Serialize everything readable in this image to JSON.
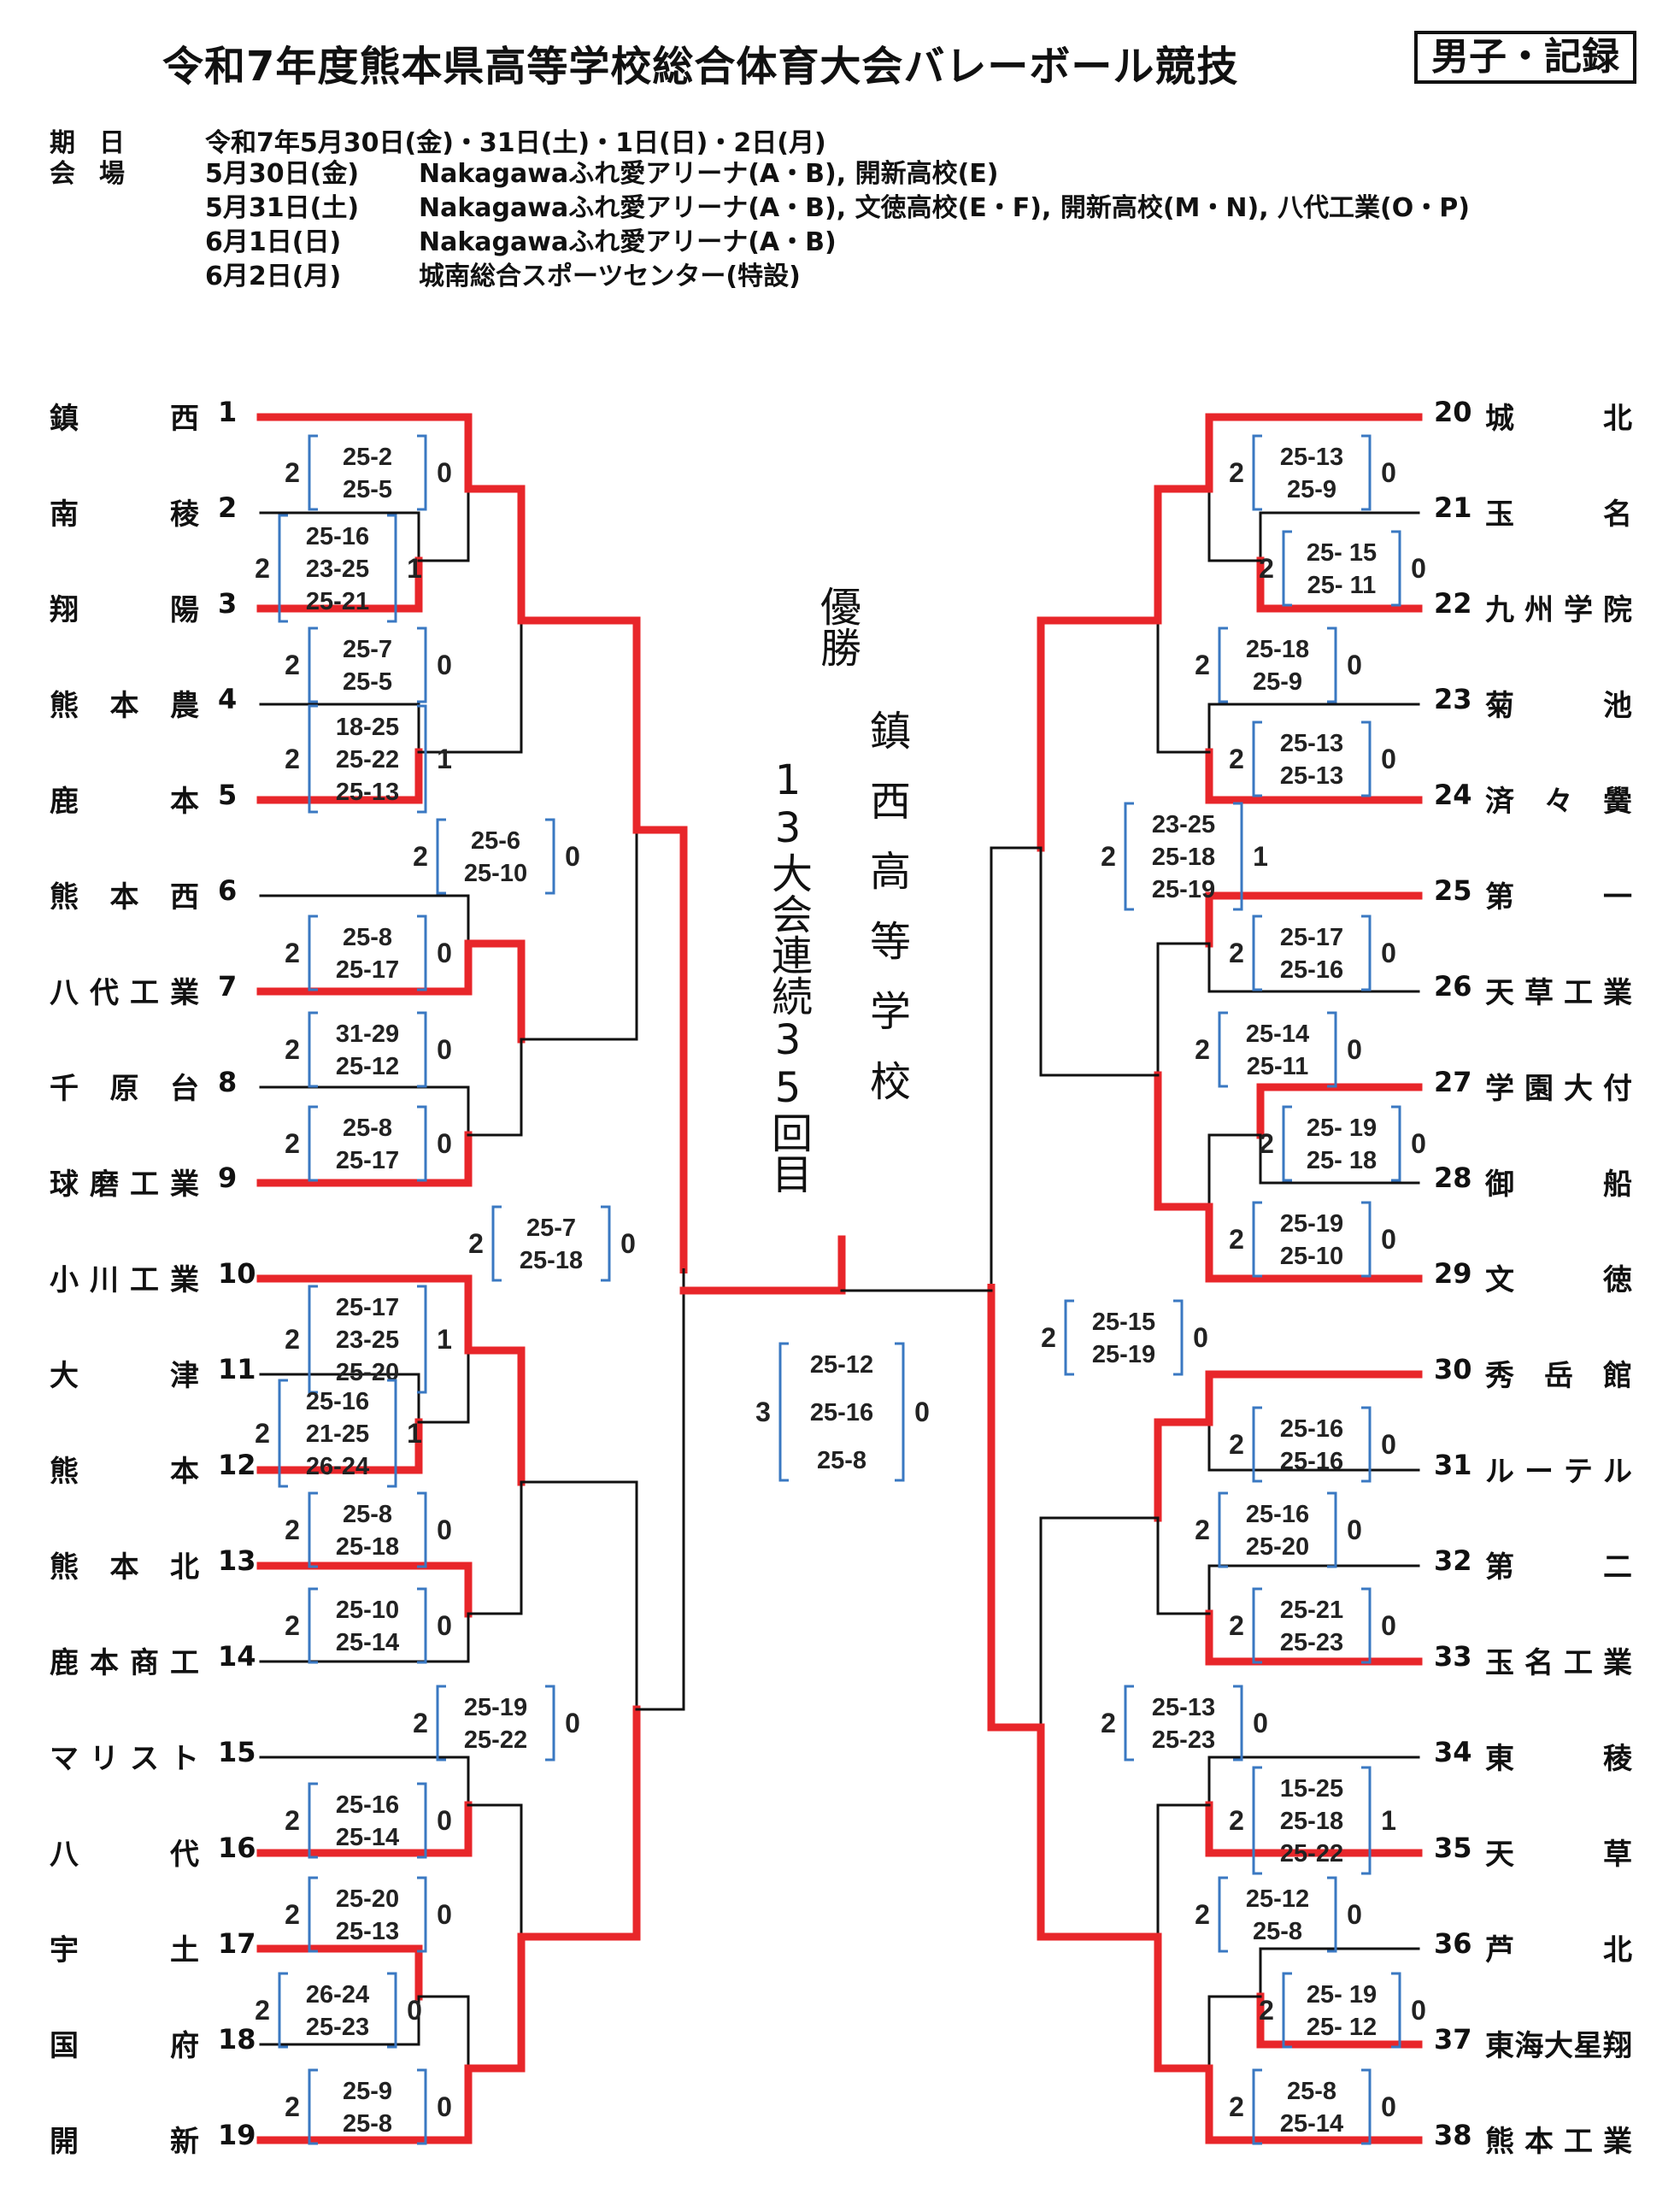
{
  "title": "令和7年度熊本県高等学校総合体育大会バレーボール競技",
  "badge": "男子・記録",
  "schedule": {
    "date_label": "期日",
    "date_value": "令和7年5月30日(金)・31日(土)・1日(日)・2日(月)",
    "venue_label": "会場",
    "venues": [
      {
        "day": "5月30日(金)",
        "place": "Nakagawaふれ愛アリーナ(A・B), 開新高校(E)"
      },
      {
        "day": "5月31日(土)",
        "place": "Nakagawaふれ愛アリーナ(A・B), 文徳高校(E・F), 開新高校(M・N), 八代工業(O・P)"
      },
      {
        "day": "6月1日(日)",
        "place": "Nakagawaふれ愛アリーナ(A・B)"
      },
      {
        "day": "6月2日(月)",
        "place": "城南総合スポーツセンター(特設)"
      }
    ]
  },
  "champion": {
    "label": "優勝",
    "school": "鎮西高等学校",
    "streak": "13大会連続35回目"
  },
  "teams_left": [
    {
      "name": "鎮西",
      "seed": "1"
    },
    {
      "name": "南稜",
      "seed": "2"
    },
    {
      "name": "翔陽",
      "seed": "3"
    },
    {
      "name": "熊本農",
      "seed": "4"
    },
    {
      "name": "鹿本",
      "seed": "5"
    },
    {
      "name": "熊本西",
      "seed": "6"
    },
    {
      "name": "八代工業",
      "seed": "7"
    },
    {
      "name": "千原台",
      "seed": "8"
    },
    {
      "name": "球磨工業",
      "seed": "9"
    },
    {
      "name": "小川工業",
      "seed": "10"
    },
    {
      "name": "大津",
      "seed": "11"
    },
    {
      "name": "熊本",
      "seed": "12"
    },
    {
      "name": "熊本北",
      "seed": "13"
    },
    {
      "name": "鹿本商工",
      "seed": "14"
    },
    {
      "name": "マリスト",
      "seed": "15"
    },
    {
      "name": "八代",
      "seed": "16"
    },
    {
      "name": "宇土",
      "seed": "17"
    },
    {
      "name": "国府",
      "seed": "18"
    },
    {
      "name": "開新",
      "seed": "19"
    }
  ],
  "teams_right": [
    {
      "name": "城北",
      "seed": "20"
    },
    {
      "name": "玉名",
      "seed": "21"
    },
    {
      "name": "九州学院",
      "seed": "22"
    },
    {
      "name": "菊池",
      "seed": "23"
    },
    {
      "name": "済々黌",
      "seed": "24"
    },
    {
      "name": "第一",
      "seed": "25"
    },
    {
      "name": "天草工業",
      "seed": "26"
    },
    {
      "name": "学園大付",
      "seed": "27"
    },
    {
      "name": "御船",
      "seed": "28"
    },
    {
      "name": "文徳",
      "seed": "29"
    },
    {
      "name": "秀岳館",
      "seed": "30"
    },
    {
      "name": "ルーテル",
      "seed": "31"
    },
    {
      "name": "第二",
      "seed": "32"
    },
    {
      "name": "玉名工業",
      "seed": "33"
    },
    {
      "name": "東稜",
      "seed": "34"
    },
    {
      "name": "天草",
      "seed": "35"
    },
    {
      "name": "芦北",
      "seed": "36"
    },
    {
      "name": "東海大星翔",
      "seed": "37"
    },
    {
      "name": "熊本工業",
      "seed": "38"
    }
  ],
  "scores": [
    {
      "l": "2",
      "sets": [
        "25-2",
        "25-5"
      ],
      "r": "0"
    },
    {
      "l": "2",
      "sets": [
        "25-16",
        "23-25",
        "25-21"
      ],
      "r": "1"
    },
    {
      "l": "2",
      "sets": [
        "25-7",
        "25-5"
      ],
      "r": "0"
    },
    {
      "l": "2",
      "sets": [
        "18-25",
        "25-22",
        "25-13"
      ],
      "r": "1"
    },
    {
      "l": "2",
      "sets": [
        "25-6",
        "25-10"
      ],
      "r": "0"
    },
    {
      "l": "2",
      "sets": [
        "25-8",
        "25-17"
      ],
      "r": "0"
    },
    {
      "l": "2",
      "sets": [
        "31-29",
        "25-12"
      ],
      "r": "0"
    },
    {
      "l": "2",
      "sets": [
        "25-8",
        "25-17"
      ],
      "r": "0"
    },
    {
      "l": "2",
      "sets": [
        "25-7",
        "25-18"
      ],
      "r": "0"
    },
    {
      "l": "2",
      "sets": [
        "25-17",
        "23-25",
        "25-20"
      ],
      "r": "1"
    },
    {
      "l": "2",
      "sets": [
        "25-16",
        "21-25",
        "26-24"
      ],
      "r": "1"
    },
    {
      "l": "2",
      "sets": [
        "25-8",
        "25-18"
      ],
      "r": "0"
    },
    {
      "l": "2",
      "sets": [
        "25-10",
        "25-14"
      ],
      "r": "0"
    },
    {
      "l": "2",
      "sets": [
        "25-19",
        "25-22"
      ],
      "r": "0"
    },
    {
      "l": "2",
      "sets": [
        "25-16",
        "25-14"
      ],
      "r": "0"
    },
    {
      "l": "2",
      "sets": [
        "25-20",
        "25-13"
      ],
      "r": "0"
    },
    {
      "l": "2",
      "sets": [
        "26-24",
        "25-23"
      ],
      "r": "0"
    },
    {
      "l": "2",
      "sets": [
        "25-9",
        "25-8"
      ],
      "r": "0"
    },
    {
      "l": "2",
      "sets": [
        "25-13",
        "25-9"
      ],
      "r": "0"
    },
    {
      "l": "2",
      "sets": [
        "25- 15",
        "25- 11"
      ],
      "r": "0"
    },
    {
      "l": "2",
      "sets": [
        "25-18",
        "25-9"
      ],
      "r": "0"
    },
    {
      "l": "2",
      "sets": [
        "25-13",
        "25-13"
      ],
      "r": "0"
    },
    {
      "l": "2",
      "sets": [
        "23-25",
        "25-18",
        "25-19"
      ],
      "r": "1"
    },
    {
      "l": "2",
      "sets": [
        "25-17",
        "25-16"
      ],
      "r": "0"
    },
    {
      "l": "2",
      "sets": [
        "25-14",
        "25-11"
      ],
      "r": "0"
    },
    {
      "l": "2",
      "sets": [
        "25- 19",
        "25- 18"
      ],
      "r": "0"
    },
    {
      "l": "2",
      "sets": [
        "25-19",
        "25-10"
      ],
      "r": "0"
    },
    {
      "l": "2",
      "sets": [
        "25-15",
        "25-19"
      ],
      "r": "0"
    },
    {
      "l": "2",
      "sets": [
        "25-16",
        "25-16"
      ],
      "r": "0"
    },
    {
      "l": "2",
      "sets": [
        "25-16",
        "25-20"
      ],
      "r": "0"
    },
    {
      "l": "2",
      "sets": [
        "25-21",
        "25-23"
      ],
      "r": "0"
    },
    {
      "l": "2",
      "sets": [
        "25-13",
        "25-23"
      ],
      "r": "0"
    },
    {
      "l": "2",
      "sets": [
        "15-25",
        "25-18",
        "25-22"
      ],
      "r": "1"
    },
    {
      "l": "2",
      "sets": [
        "25-12",
        "25-8"
      ],
      "r": "0"
    },
    {
      "l": "2",
      "sets": [
        "25- 19",
        "25- 12"
      ],
      "r": "0"
    },
    {
      "l": "2",
      "sets": [
        "25-8",
        "25-14"
      ],
      "r": "0"
    },
    {
      "l": "3",
      "sets": [
        "25-12",
        "25-16",
        "25-8"
      ],
      "r": "0"
    }
  ],
  "colors": {
    "winner_line": "#e8262a",
    "line": "#111111",
    "bracket": "#3a78c2"
  }
}
